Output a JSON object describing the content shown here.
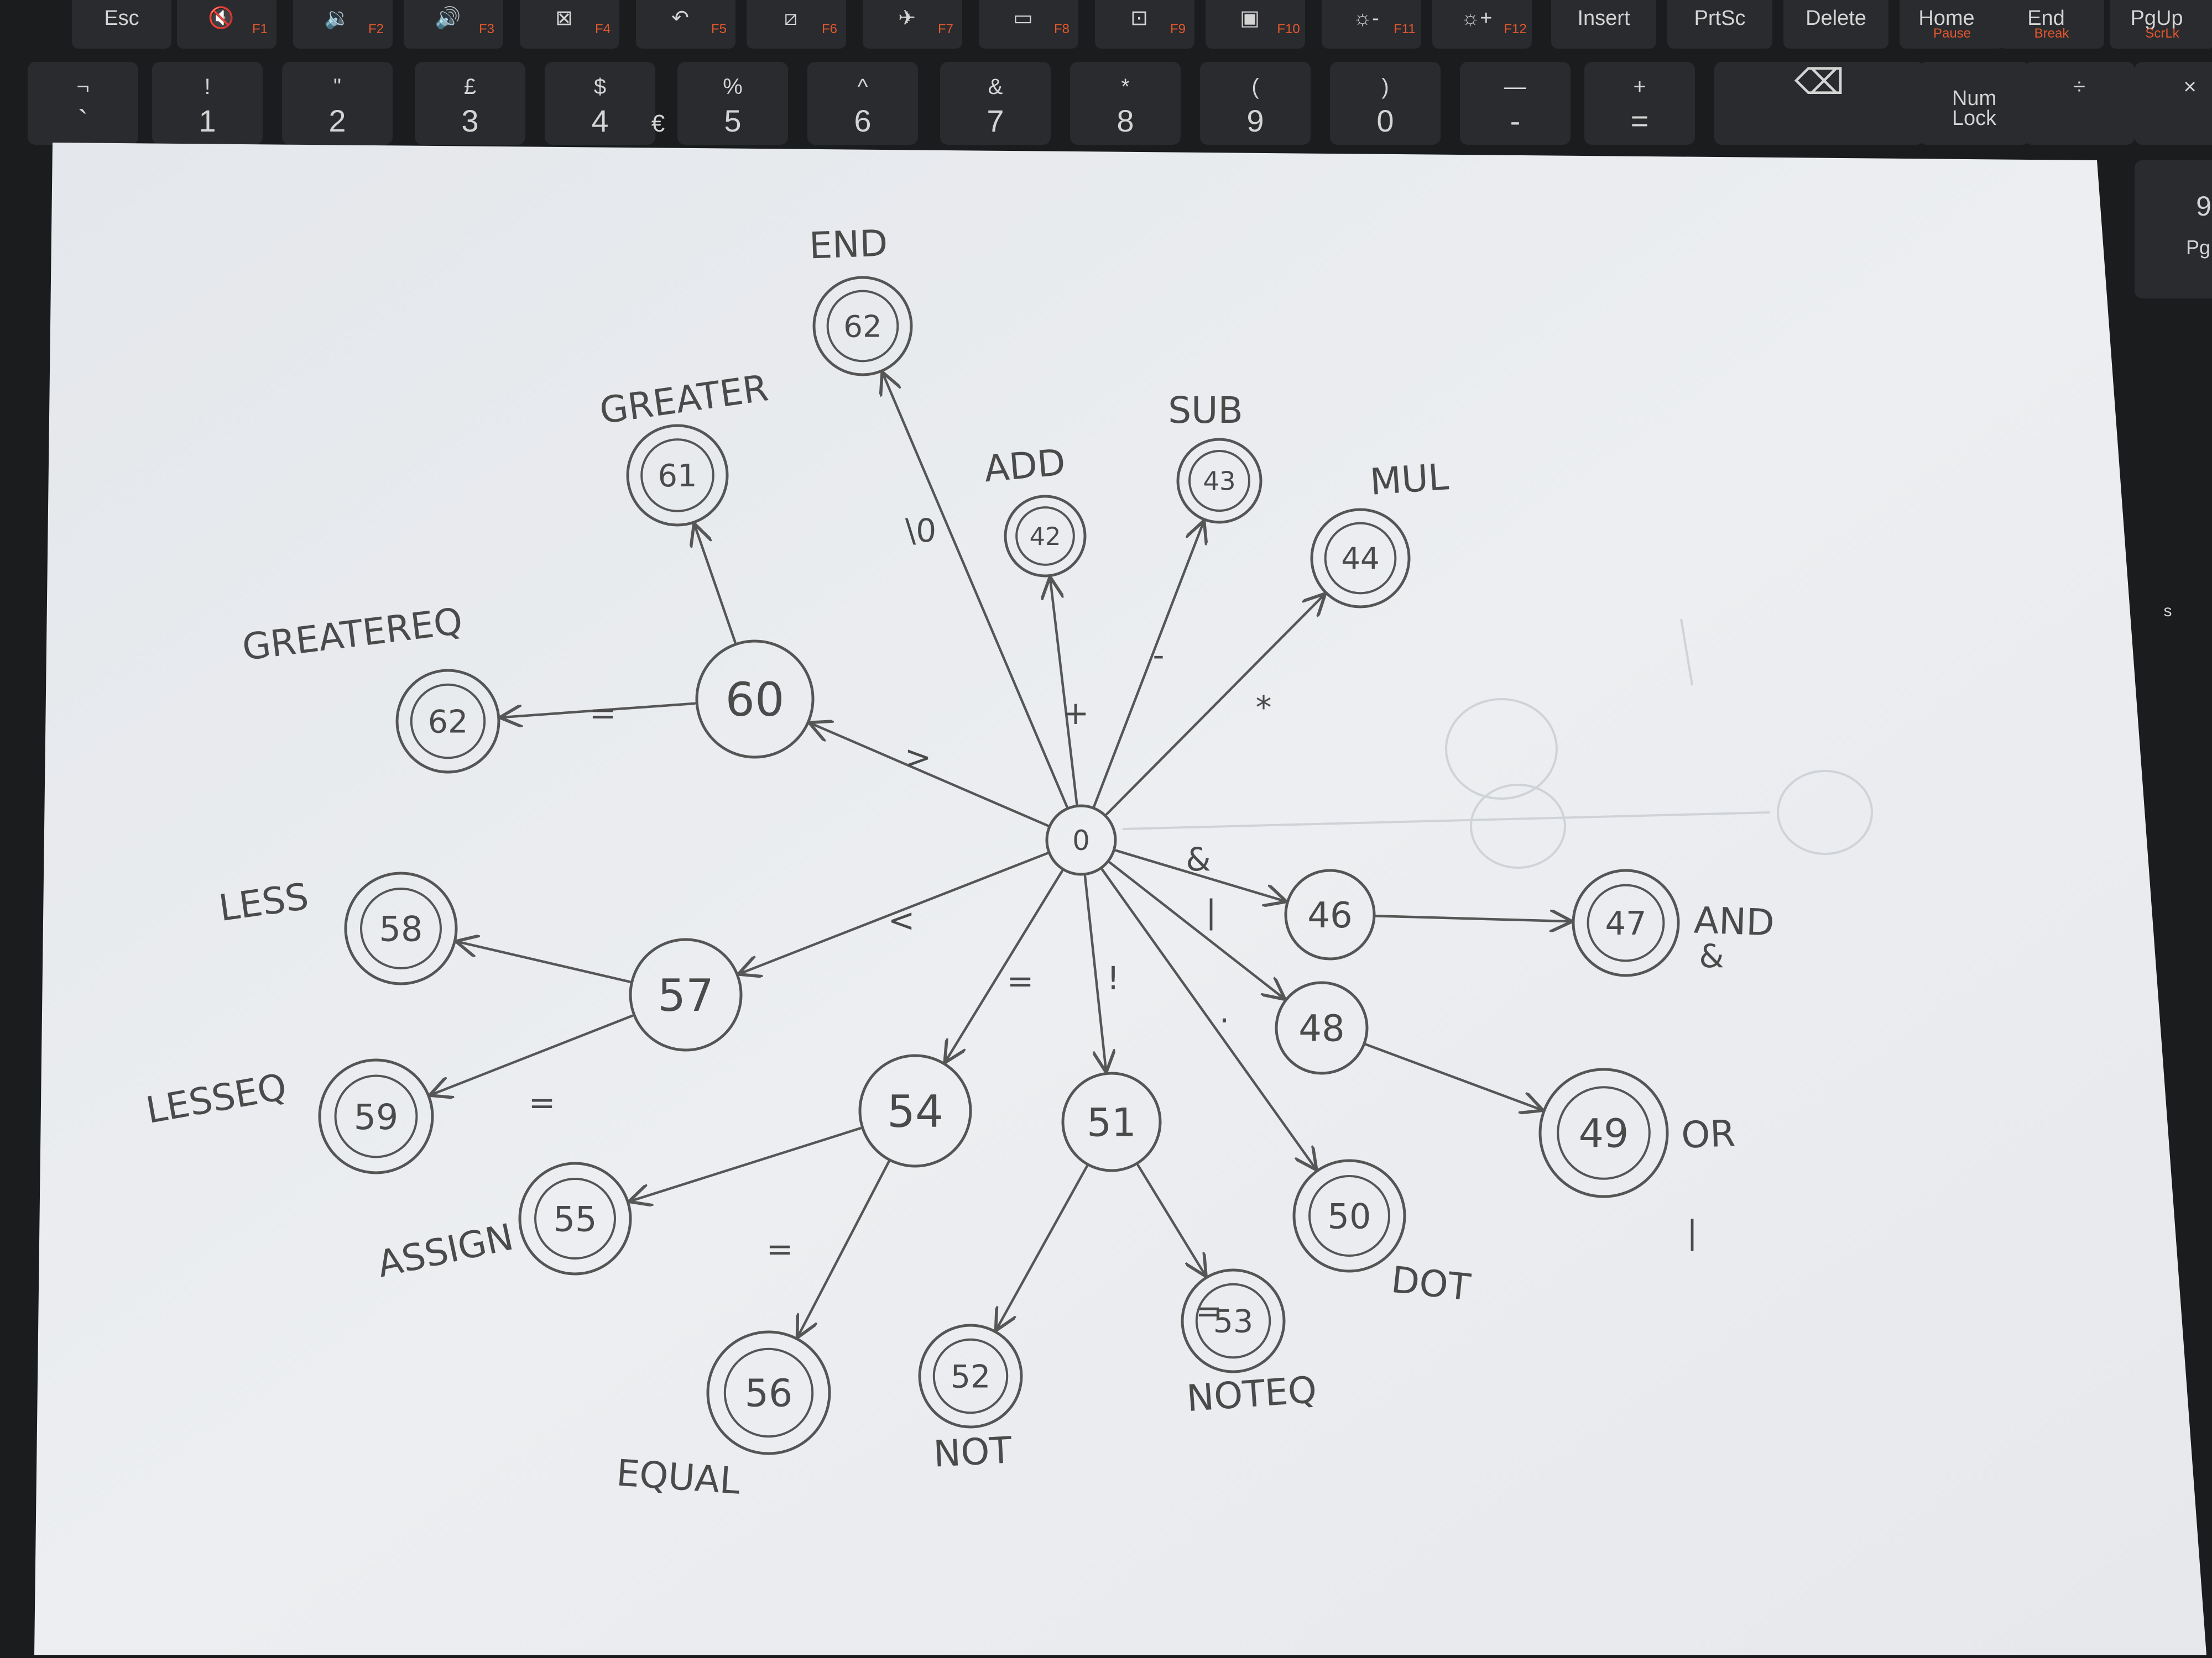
{
  "keyboard": {
    "top_row": [
      {
        "label": "Esc",
        "fn": ""
      },
      {
        "label": "🔇",
        "fn": "F1"
      },
      {
        "label": "🔉",
        "fn": "F2"
      },
      {
        "label": "🔊",
        "fn": "F3"
      },
      {
        "label": "⊠",
        "fn": "F4"
      },
      {
        "label": "↶",
        "fn": "F5"
      },
      {
        "label": "⧄",
        "fn": "F6"
      },
      {
        "label": "✈",
        "fn": "F7"
      },
      {
        "label": "▭",
        "fn": "F8"
      },
      {
        "label": "⊡",
        "fn": "F9"
      },
      {
        "label": "▣",
        "fn": "F10"
      },
      {
        "label": "☼-",
        "fn": "F11"
      },
      {
        "label": "☼+",
        "fn": "F12"
      },
      {
        "label": "Insert",
        "fn": ""
      },
      {
        "label": "PrtSc",
        "fn": ""
      },
      {
        "label": "Delete",
        "fn": ""
      },
      {
        "label": "Home",
        "fn": "Pause"
      },
      {
        "label": "End",
        "fn": "Break"
      },
      {
        "label": "PgUp",
        "fn": "ScrLk"
      }
    ],
    "number_row": [
      {
        "top": "¬",
        "bottom": "`"
      },
      {
        "top": "!",
        "bottom": "1"
      },
      {
        "top": "\"",
        "bottom": "2"
      },
      {
        "top": "£",
        "bottom": "3"
      },
      {
        "top": "$",
        "bottom": "4"
      },
      {
        "top": "%",
        "bottom": "5"
      },
      {
        "top": "^",
        "bottom": "6"
      },
      {
        "top": "&",
        "bottom": "7"
      },
      {
        "top": "*",
        "bottom": "8"
      },
      {
        "top": "(",
        "bottom": "9"
      },
      {
        "top": ")",
        "bottom": "0"
      },
      {
        "top": "—",
        "bottom": "-"
      },
      {
        "top": "+",
        "bottom": "="
      },
      {
        "top": "⌫",
        "bottom": ""
      },
      {
        "top": "Num",
        "bottom": "Lock"
      },
      {
        "top": "÷",
        "bottom": ""
      },
      {
        "top": "×",
        "bottom": ""
      }
    ],
    "euro": "€",
    "right_edge": {
      "key_top": "9",
      "key_bottom": "Pg",
      "side": "s"
    }
  },
  "diagram": {
    "nodes": [
      {
        "id": "n0",
        "label": "0",
        "double": false
      },
      {
        "id": "n62top",
        "label": "62",
        "double": true,
        "caption": "END"
      },
      {
        "id": "n61",
        "label": "61",
        "double": true,
        "caption": "GREATER"
      },
      {
        "id": "n60",
        "label": "60",
        "double": false
      },
      {
        "id": "n62left",
        "label": "62",
        "double": true,
        "caption": "GREATEREQ"
      },
      {
        "id": "n42",
        "label": "42",
        "double": true,
        "caption": "ADD"
      },
      {
        "id": "n43",
        "label": "43",
        "double": true,
        "caption": "SUB"
      },
      {
        "id": "n44",
        "label": "44",
        "double": true,
        "caption": "MUL"
      },
      {
        "id": "n58",
        "label": "58",
        "double": true,
        "caption": "LESS"
      },
      {
        "id": "n57",
        "label": "57",
        "double": false
      },
      {
        "id": "n59left",
        "label": "59",
        "double": true,
        "caption": "LESSEQ"
      },
      {
        "id": "n54",
        "label": "54",
        "double": false
      },
      {
        "id": "n55",
        "label": "55",
        "double": true,
        "caption": "ASSIGN"
      },
      {
        "id": "n56",
        "label": "56",
        "double": true,
        "caption": "EQUAL"
      },
      {
        "id": "n51",
        "label": "51",
        "double": false
      },
      {
        "id": "n52",
        "label": "52",
        "double": true,
        "caption": "NOT"
      },
      {
        "id": "n53",
        "label": "53",
        "double": true,
        "caption": "NOTEQ"
      },
      {
        "id": "n50",
        "label": "50",
        "double": true,
        "caption": "DOT"
      },
      {
        "id": "n46",
        "label": "46",
        "double": false
      },
      {
        "id": "n47",
        "label": "47",
        "double": true,
        "caption": "AND"
      },
      {
        "id": "n48",
        "label": "48",
        "double": false
      },
      {
        "id": "n49",
        "label": "49",
        "double": true,
        "caption": "OR"
      }
    ],
    "edges": [
      {
        "from": "n0",
        "to": "n62top",
        "symbol": "\\0"
      },
      {
        "from": "n0",
        "to": "n42",
        "symbol": "+"
      },
      {
        "from": "n0",
        "to": "n43",
        "symbol": "-"
      },
      {
        "from": "n0",
        "to": "n44",
        "symbol": "*"
      },
      {
        "from": "n0",
        "to": "n60",
        "symbol": ">"
      },
      {
        "from": "n60",
        "to": "n61",
        "symbol": ""
      },
      {
        "from": "n60",
        "to": "n62left",
        "symbol": "="
      },
      {
        "from": "n0",
        "to": "n57",
        "symbol": "<"
      },
      {
        "from": "n57",
        "to": "n58",
        "symbol": ""
      },
      {
        "from": "n57",
        "to": "n59left",
        "symbol": "="
      },
      {
        "from": "n0",
        "to": "n54",
        "symbol": "="
      },
      {
        "from": "n54",
        "to": "n55",
        "symbol": ""
      },
      {
        "from": "n54",
        "to": "n56",
        "symbol": "="
      },
      {
        "from": "n0",
        "to": "n51",
        "symbol": "!"
      },
      {
        "from": "n51",
        "to": "n52",
        "symbol": ""
      },
      {
        "from": "n51",
        "to": "n53",
        "symbol": "="
      },
      {
        "from": "n0",
        "to": "n50",
        "symbol": "."
      },
      {
        "from": "n0",
        "to": "n46",
        "symbol": "&"
      },
      {
        "from": "n46",
        "to": "n47",
        "symbol": "&"
      },
      {
        "from": "n0",
        "to": "n48",
        "symbol": "|"
      },
      {
        "from": "n48",
        "to": "n49",
        "symbol": "|"
      }
    ]
  },
  "colors": {
    "paper": "#e9ebee",
    "keyboard": "#1b1c1e",
    "key": "#2a2b2e",
    "pencil": "#4a4a4a",
    "fn_orange": "#e2572e"
  }
}
